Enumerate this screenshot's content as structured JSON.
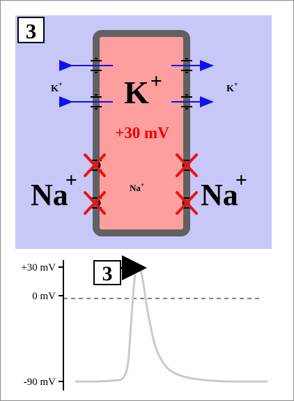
{
  "step_number": "3",
  "cell": {
    "ion_inside_large": "K",
    "ion_inside_large_charge": "+",
    "voltage_label": "+30 mV",
    "ion_inside_small": "Na",
    "ion_inside_small_charge": "+"
  },
  "outside_ions": {
    "k_left": "K",
    "k_left_charge": "+",
    "k_right": "K",
    "k_right_charge": "+",
    "na_left": "Na",
    "na_left_charge": "+",
    "na_right": "Na",
    "na_right_charge": "+"
  },
  "graph": {
    "step_marker": "3",
    "y_tick_labels": [
      "+30 mV",
      "0 mV",
      "-90 mV"
    ]
  },
  "colors": {
    "background_panel": "#c8c8f8",
    "cell_fill": "#fd9f9f",
    "cell_border": "#616161",
    "arrow_blue": "#1010ee",
    "block_red": "#ee1111",
    "voltage_red": "#ee0000",
    "trace_gray": "#c9c9c9"
  },
  "chart_data": {
    "type": "line",
    "title": "",
    "xlabel": "",
    "ylabel": "",
    "ylim": [
      -90,
      30
    ],
    "y_ticks": [
      30,
      0,
      -90
    ],
    "reference_lines": [
      {
        "y": 0,
        "style": "dashed"
      }
    ],
    "series": [
      {
        "x": [
          0,
          20,
          40,
          50,
          55,
          58,
          62,
          66,
          70,
          76,
          84,
          95,
          110,
          130,
          160,
          200
        ],
        "values": [
          -90,
          -90,
          -89,
          -86,
          -70,
          -30,
          20,
          30,
          18,
          -20,
          -55,
          -75,
          -84,
          -88,
          -90,
          -90
        ]
      }
    ],
    "highlight": {
      "x": 66,
      "y": 30,
      "label": "3"
    }
  }
}
